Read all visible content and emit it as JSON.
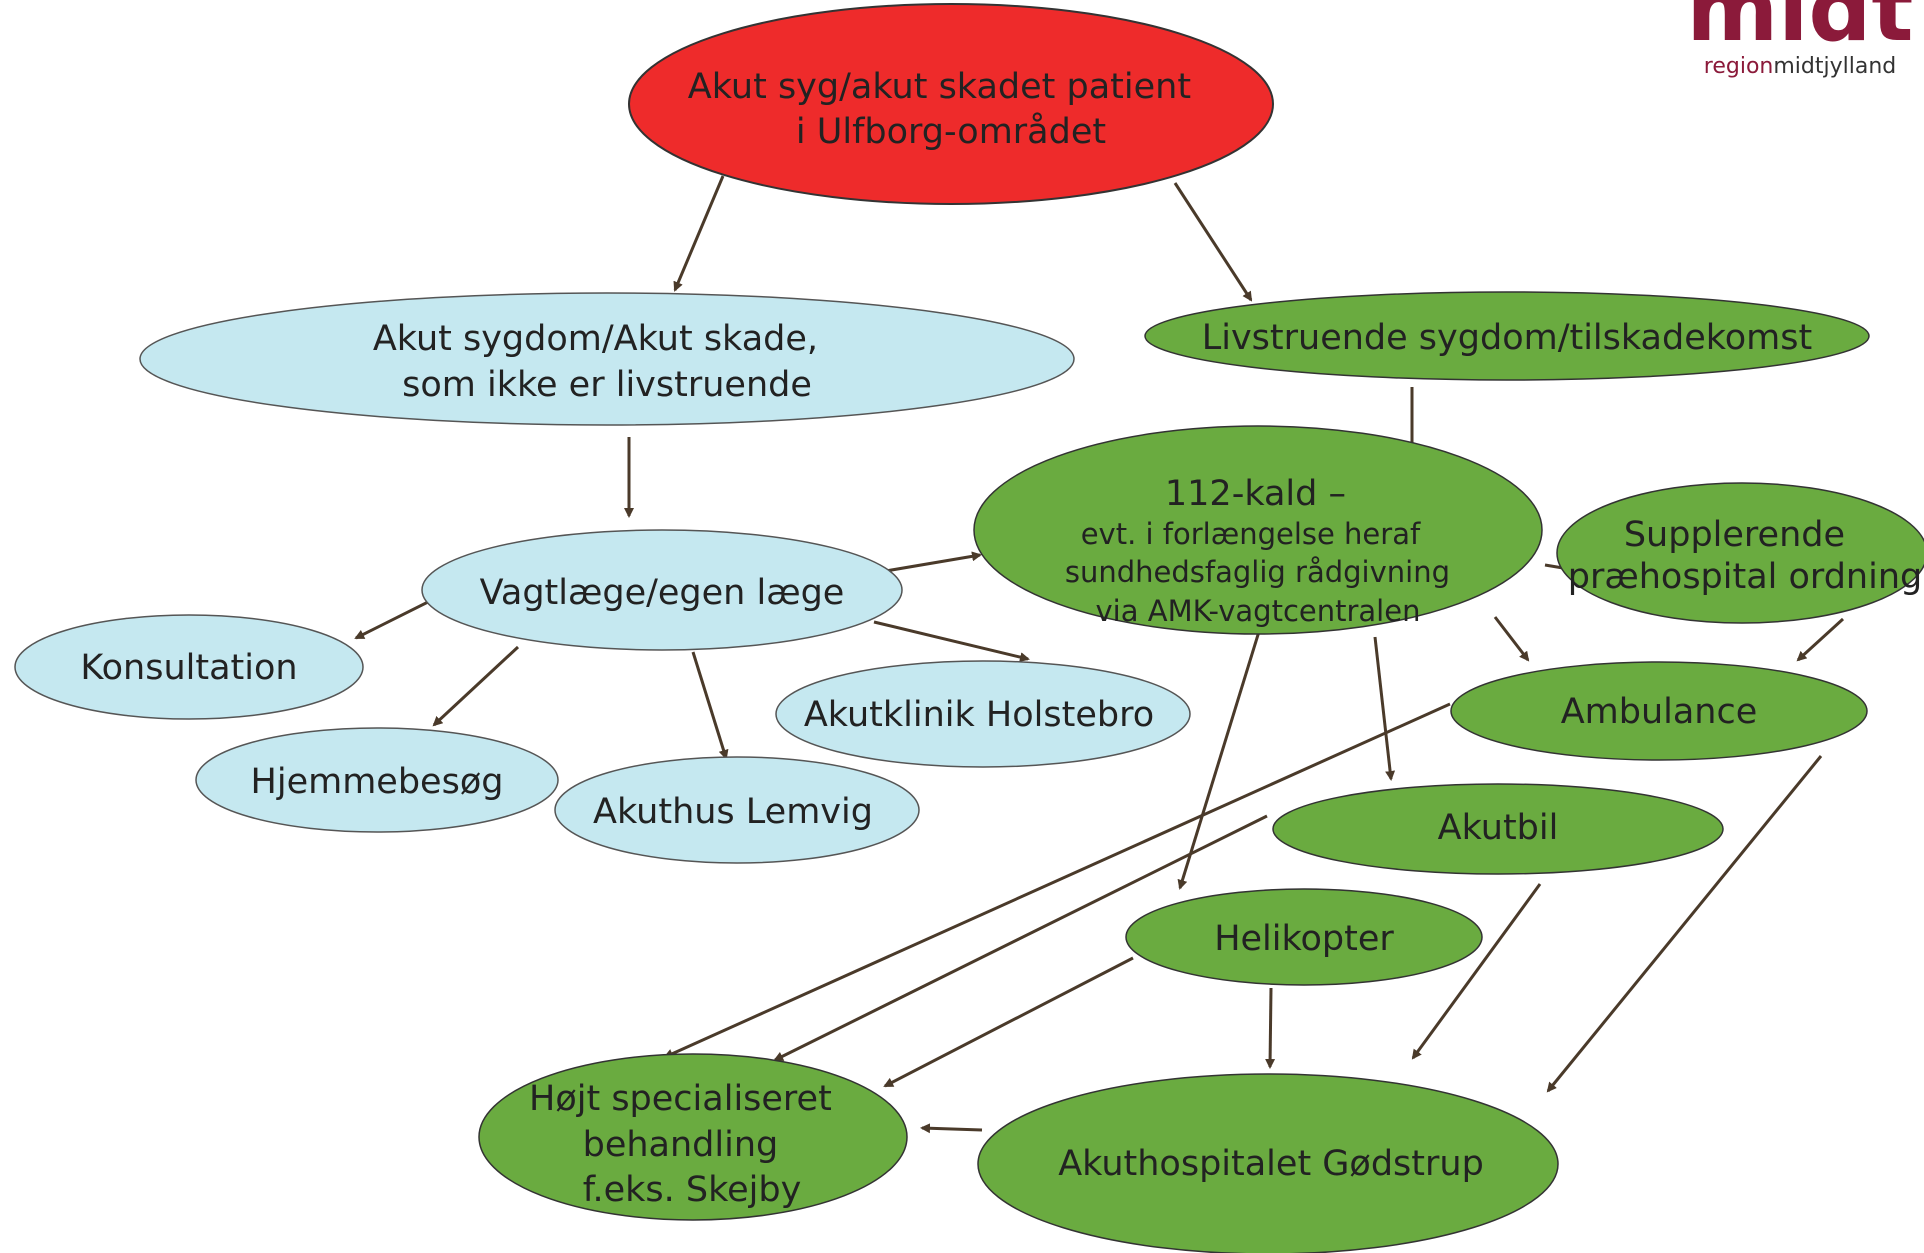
{
  "colors": {
    "red": "#ee2b2b",
    "blue": "#c5e8f0",
    "green": "#6aab40",
    "arrow": "#4a3a2a",
    "logo": "#8b1a3a"
  },
  "logo": {
    "word": "midt",
    "tagline_a": "region",
    "tagline_b": "midtjylland"
  },
  "nodes": {
    "root": [
      "Akut syg/akut skadet patient",
      "i Ulfborg-området"
    ],
    "non_life": [
      "Akut sygdom/Akut skade,",
      "som ikke er livstruende"
    ],
    "life": [
      "Livstruende sygdom/tilskadekomst"
    ],
    "call112": [
      "112-kald –",
      "evt. i forlængelse heraf",
      "sundhedsfaglig rådgivning",
      "via AMK-vagtcentralen"
    ],
    "supplerende": [
      "Supplerende",
      "præhospital ordning"
    ],
    "vagtlaege": [
      "Vagtlæge/egen læge"
    ],
    "konsultation": [
      "Konsultation"
    ],
    "hjemmebesog": [
      "Hjemmebesøg"
    ],
    "akuthus": [
      "Akuthus Lemvig"
    ],
    "akutklinik": [
      "Akutklinik Holstebro"
    ],
    "ambulance": [
      "Ambulance"
    ],
    "akutbil": [
      "Akutbil"
    ],
    "helikopter": [
      "Helikopter"
    ],
    "hojt": [
      "Højt specialiseret",
      "behandling",
      "f.eks. Skejby"
    ],
    "godstrup": [
      "Akuthospitalet Gødstrup"
    ]
  }
}
